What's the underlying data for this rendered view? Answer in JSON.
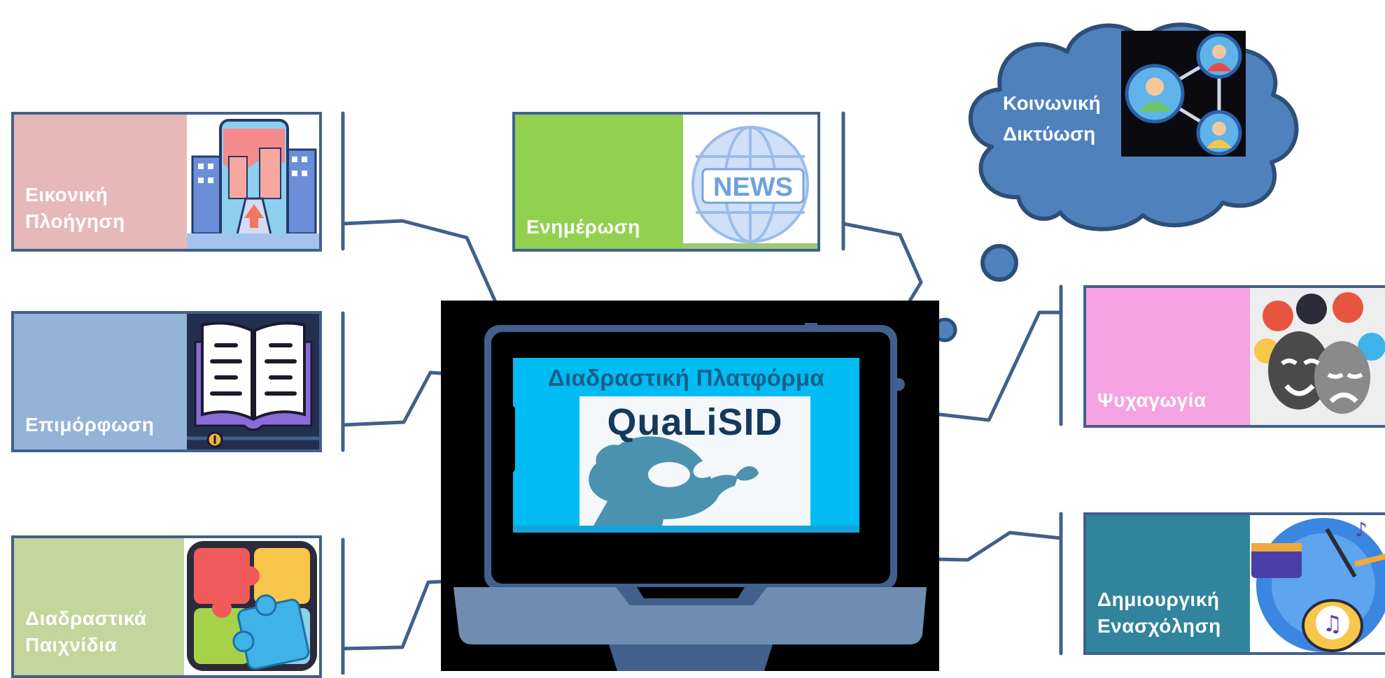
{
  "platform": {
    "title": "Διαδραστική  Πλατφόρμα",
    "logo_text": "QuaLiSID"
  },
  "modules": {
    "virtual_navigation": {
      "label_line1": "Εικονική",
      "label_line2": "Πλοήγηση",
      "icon": "city-map-navigation-icon",
      "color": "#e6b9b8"
    },
    "news": {
      "label": "Ενημέρωση",
      "icon": "news-globe-icon",
      "color": "#92d050"
    },
    "training": {
      "label": "Επιμόρφωση",
      "icon": "open-book-icon",
      "color": "#95b3d7"
    },
    "games": {
      "label_line1": "Διαδραστικά",
      "label_line2": "Παιχνίδια",
      "icon": "puzzle-icon",
      "color": "#c3d69b"
    },
    "entertainment": {
      "label": "Ψυχαγωγία",
      "icon": "theater-masks-icon",
      "color": "#f5a3e0"
    },
    "creative": {
      "label_line1": "Δημιουργική",
      "label_line2": "Ενασχόληση",
      "icon": "music-drum-icon",
      "color": "#31849b"
    },
    "social": {
      "label_line1": "Κοινωνική",
      "label_line2": "Δικτύωση",
      "icon": "social-network-icon",
      "color": "#4f81bd"
    }
  },
  "colors": {
    "connector": "#41608c",
    "laptop_screen": "#00bcf2",
    "laptop_frame": "#41608c"
  }
}
